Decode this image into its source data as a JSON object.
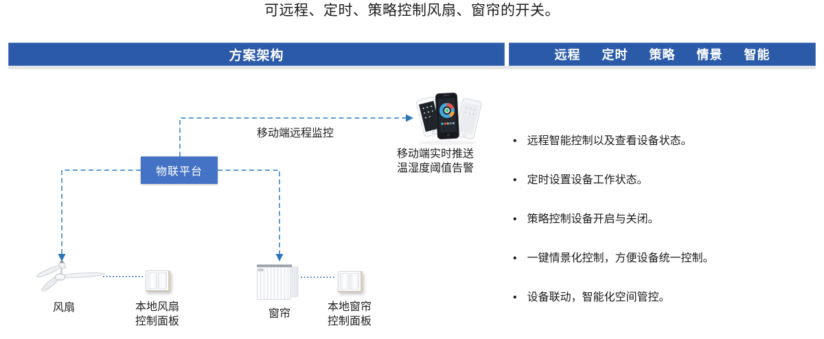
{
  "title": "可远程、定时、策略控制风扇、窗帘的开关。",
  "headers": {
    "left_title": "方案架构",
    "right_items": [
      "远程",
      "定时",
      "策略",
      "情景",
      "智能"
    ]
  },
  "diagram": {
    "platform_label": "物联平台",
    "mobile_monitor_label": "移动端远程监控",
    "push_caption": [
      "移动端实时推送",
      "温湿度阈值告警"
    ],
    "fan_label": "风扇",
    "fan_panel_label": [
      "本地风扇",
      "控制面板"
    ],
    "curtain_label": "窗帘",
    "curtain_panel_label": [
      "本地窗帘",
      "控制面板"
    ]
  },
  "bullet_marker": "•",
  "bullets": [
    "远程智能控制以及查看设备状态。",
    "定时设置设备工作状态。",
    "策略控制设备开启与关闭。",
    "一键情景化控制，方便设备统一控制。",
    "设备联动，智能化空间管控。"
  ],
  "icons": {
    "fan": "ceiling-fan-illustration",
    "curtain": "vertical-blinds-illustration",
    "fan_panel": "wall-switch-panel",
    "curtain_panel": "wall-switch-panel",
    "phones": "three-smartphones"
  },
  "colors": {
    "bar_blue": "#2b5aa8",
    "box_blue": "#4472c4",
    "dash_blue": "#5b9bd5",
    "arrow_blue": "#2e75b6",
    "dotted_blue": "#4f81c7",
    "text_dark": "#1e1e1e"
  }
}
